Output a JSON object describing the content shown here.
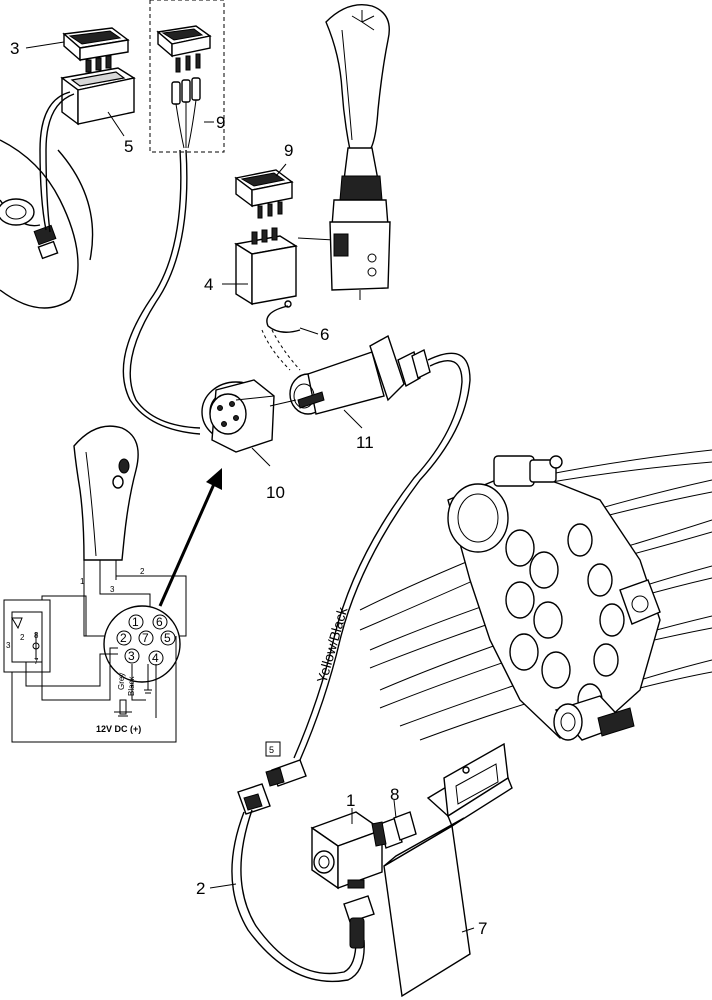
{
  "callouts": {
    "c3": "3",
    "c5": "5",
    "c9a": "9",
    "c9b": "9",
    "c4": "4",
    "c6": "6",
    "c11": "11",
    "c10": "10",
    "c1": "1",
    "c8": "8",
    "c2": "2",
    "c7": "7",
    "c5box": "5"
  },
  "wiring": {
    "wire_1": "1",
    "wire_2": "2",
    "wire_3": "3",
    "pins": [
      "1",
      "2",
      "3",
      "4",
      "5",
      "6",
      "7"
    ],
    "grey_label": "Grey",
    "black_label": "Black",
    "supply_label": "12V DC (+)",
    "switch_pins": [
      "3",
      "2",
      "8",
      "7"
    ]
  },
  "cable_label": "Yellow/Black"
}
